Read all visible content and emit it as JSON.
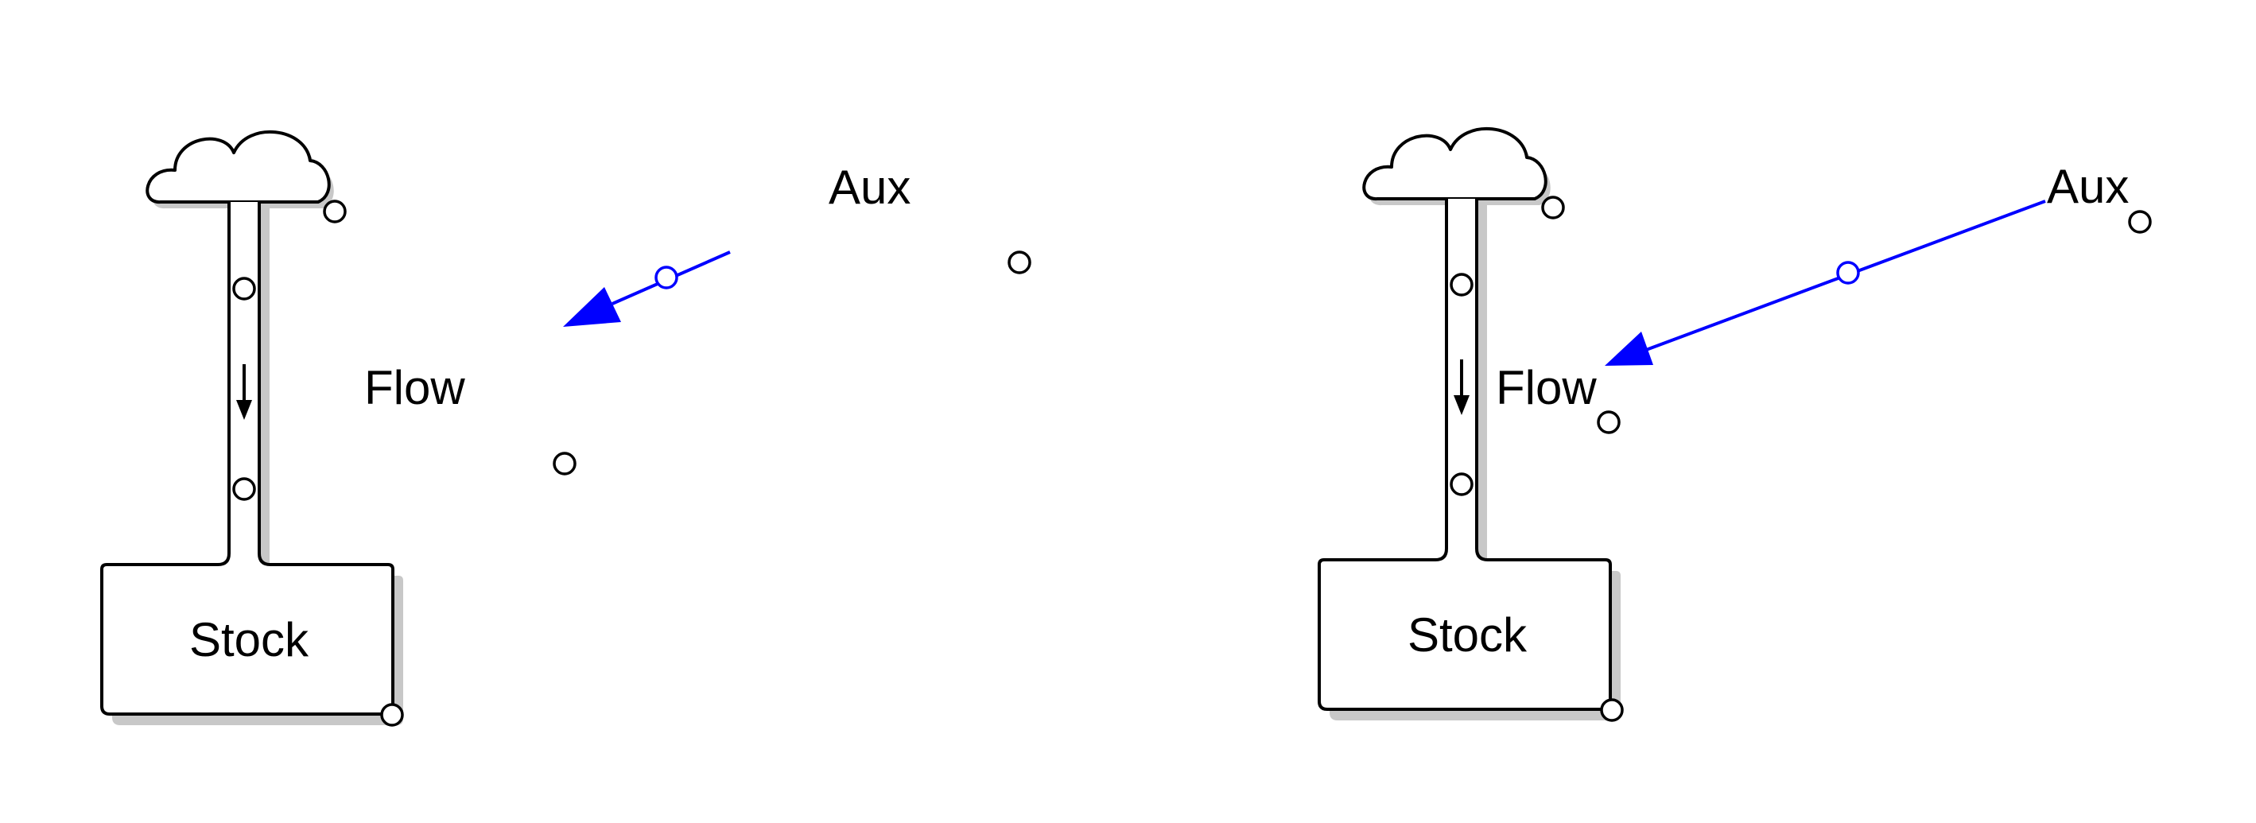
{
  "diagrams": [
    {
      "stock": {
        "label": "Stock"
      },
      "flow": {
        "label": "Flow"
      },
      "aux": {
        "label": "Aux"
      }
    },
    {
      "stock": {
        "label": "Stock"
      },
      "flow": {
        "label": "Flow"
      },
      "aux": {
        "label": "Aux"
      }
    }
  ],
  "colors": {
    "link": "#0000ff",
    "outline": "#000000",
    "shadow": "#c8c8c8",
    "background": "#ffffff"
  }
}
